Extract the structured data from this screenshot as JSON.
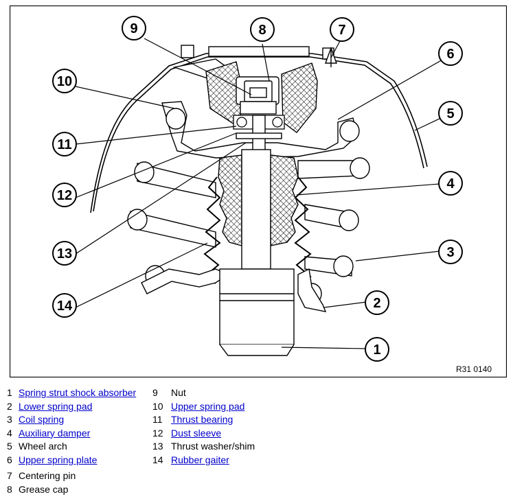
{
  "figure": {
    "code": "R31 0140",
    "callouts": [
      "1",
      "2",
      "3",
      "4",
      "5",
      "6",
      "7",
      "8",
      "9",
      "10",
      "11",
      "12",
      "13",
      "14"
    ]
  },
  "legend": {
    "col1": [
      {
        "num": "1",
        "label": "Spring strut shock absorber",
        "link": true
      },
      {
        "num": "2",
        "label": "Lower spring pad",
        "link": true
      },
      {
        "num": "3",
        "label": "Coil spring",
        "link": true
      },
      {
        "num": "4",
        "label": "Auxiliary damper",
        "link": true
      },
      {
        "num": "5",
        "label": "Wheel arch",
        "link": false
      },
      {
        "num": "6",
        "label": "Upper spring plate",
        "link": true
      }
    ],
    "col2": [
      {
        "num": "9",
        "label": "Nut",
        "link": false
      },
      {
        "num": "10",
        "label": "Upper spring pad",
        "link": true
      },
      {
        "num": "11",
        "label": "Thrust bearing",
        "link": true
      },
      {
        "num": "12",
        "label": "Dust sleeve",
        "link": true
      },
      {
        "num": "13",
        "label": "Thrust washer/shim",
        "link": false
      },
      {
        "num": "14",
        "label": "Rubber gaiter",
        "link": true
      }
    ],
    "col3": [
      {
        "num": "7",
        "label": "Centering pin",
        "link": false
      },
      {
        "num": "8",
        "label": "Grease cap",
        "link": false
      }
    ]
  },
  "colors": {
    "link": "#0000cc",
    "line": "#000000",
    "rubber_hatch": "#000000"
  }
}
